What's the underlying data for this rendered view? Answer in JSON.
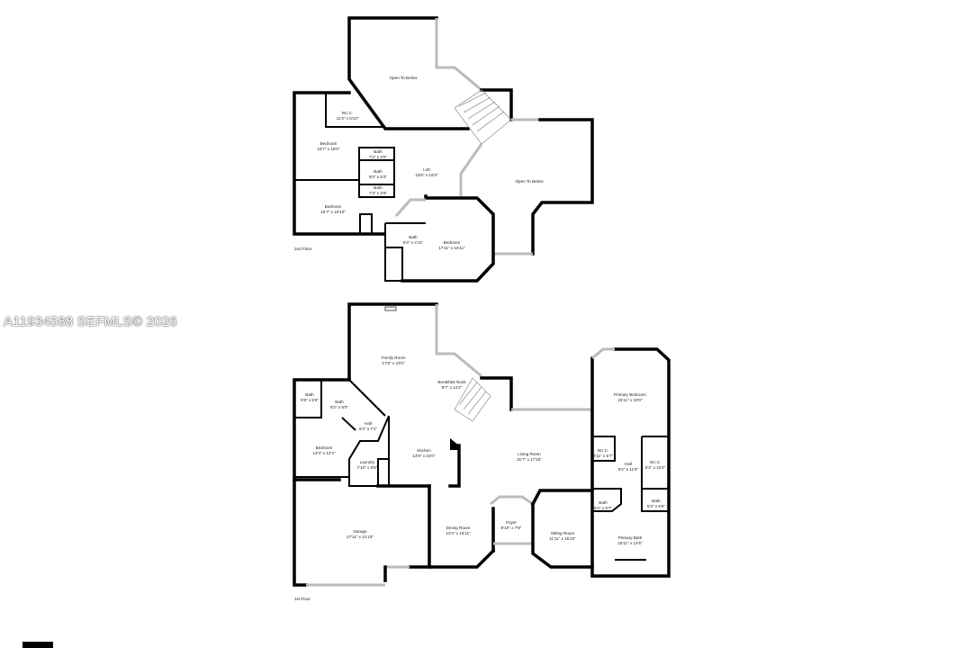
{
  "watermark": "A11934588  SEFMLS© 2026",
  "floors": {
    "second": {
      "label": "2nd Floor",
      "rooms": [
        {
          "name": "Open To Below",
          "dims": ""
        },
        {
          "name": "W.I.C.",
          "dims": "11'4\" x 6'10\""
        },
        {
          "name": "Bedroom",
          "dims": "16'7\" x 18'0\""
        },
        {
          "name": "Bath",
          "dims": "7'2\" x 2'0\""
        },
        {
          "name": "Bath",
          "dims": "5'0\" x 5'2\""
        },
        {
          "name": "Bath",
          "dims": "7'3\" x 2'6\""
        },
        {
          "name": "Loft",
          "dims": "18'6\" x 19'3\""
        },
        {
          "name": "Open To Below",
          "dims": ""
        },
        {
          "name": "Bedroom",
          "dims": "16'7\" x 10'10\""
        },
        {
          "name": "Bath",
          "dims": "8'4\" x 4'11\""
        },
        {
          "name": "Bedroom",
          "dims": "17'11\" x 16'11\""
        }
      ]
    },
    "first": {
      "label": "1st Floor",
      "rooms": [
        {
          "name": "Family Room",
          "dims": "17'8\" x 23'0\""
        },
        {
          "name": "Breakfast Nook",
          "dims": "9'7\" x 12'2\""
        },
        {
          "name": "Bath",
          "dims": "5'9\" x 5'6\""
        },
        {
          "name": "Bath",
          "dims": "8'2\" x 9'0\""
        },
        {
          "name": "Hall",
          "dims": "6'4\" x 7'1\""
        },
        {
          "name": "Bedroom",
          "dims": "13'4\" x 12'4\""
        },
        {
          "name": "Kitchen",
          "dims": "14'6\" x 15'0\""
        },
        {
          "name": "Laundry",
          "dims": "7'10\" x 9'8\""
        },
        {
          "name": "Garage",
          "dims": "27'11\" x 21'10\""
        },
        {
          "name": "Dining Room",
          "dims": "12'4\" x 16'11\""
        },
        {
          "name": "Foyer",
          "dims": "8'10\" x 7'8\""
        },
        {
          "name": "Living Room",
          "dims": "31'7\" x 17'10\""
        },
        {
          "name": "Sitting Room",
          "dims": "11'11\" x 15'10\""
        },
        {
          "name": "Primary Bedroom",
          "dims": "15'11\" x 18'0\""
        },
        {
          "name": "W.I.C.",
          "dims": "4'11\" x 5'7\""
        },
        {
          "name": "Hall",
          "dims": "8'4\" x 11'6\""
        },
        {
          "name": "W.I.C.",
          "dims": "5'3\" x 10'3\""
        },
        {
          "name": "Bath",
          "dims": "5'4\" x 5'7\""
        },
        {
          "name": "Bath",
          "dims": "5'3\" x 6'5\""
        },
        {
          "name": "Primary Bath",
          "dims": "15'11\" x 14'5\""
        }
      ]
    }
  }
}
